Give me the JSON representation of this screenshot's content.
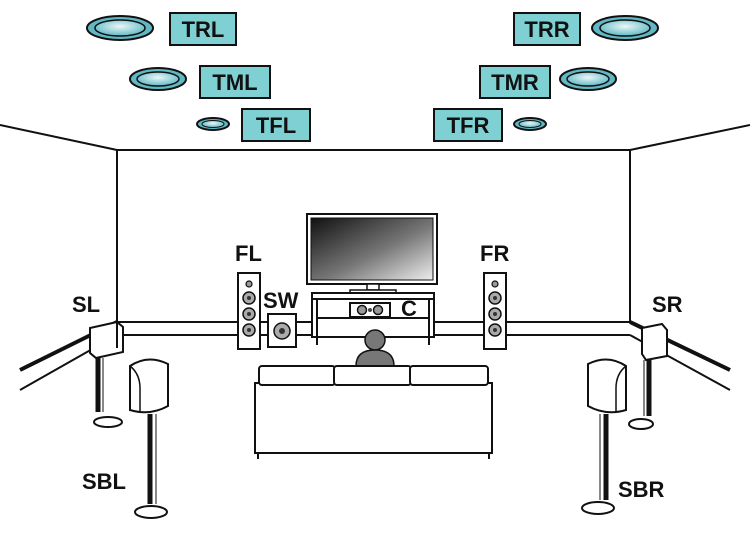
{
  "labels": {
    "TRL": "TRL",
    "TRR": "TRR",
    "TML": "TML",
    "TMR": "TMR",
    "TFL": "TFL",
    "TFR": "TFR",
    "FL": "FL",
    "FR": "FR",
    "SW": "SW",
    "C": "C",
    "SL": "SL",
    "SR": "SR",
    "SBL": "SBL",
    "SBR": "SBR"
  },
  "colors": {
    "tag_fill": "#7fd0d3",
    "speaker_ring": "#b9e6e9",
    "speaker_gradient_dark": "#5aa8c8",
    "outline": "#111111"
  }
}
